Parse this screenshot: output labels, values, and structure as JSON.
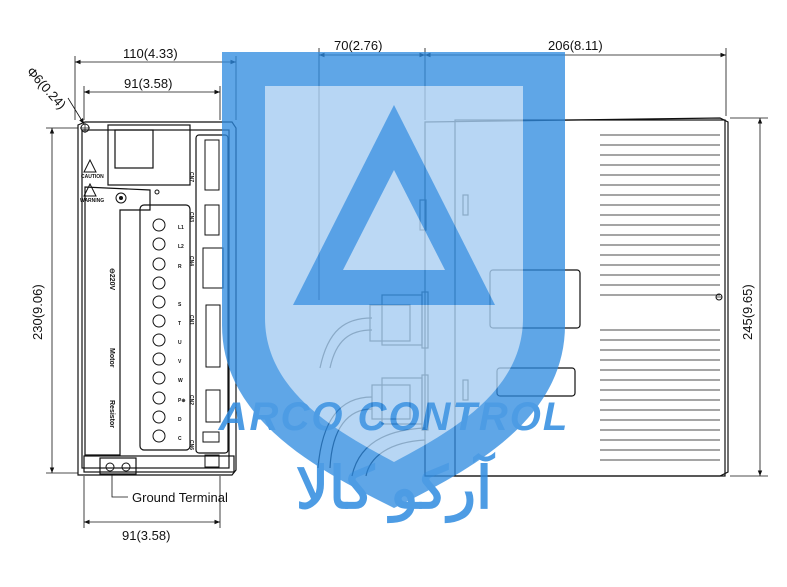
{
  "dimensions": {
    "top_width_overall": "110(4.33)",
    "top_width_body": "91(3.58)",
    "bottom_width": "91(3.58)",
    "hole": "6(0.24)",
    "hole_symbol": "Φ",
    "left_height": "230(9.06)",
    "side_connector_depth": "70(2.76)",
    "side_body_depth": "206(8.11)",
    "side_height": "245(9.65)"
  },
  "callouts": {
    "ground_terminal": "Ground Terminal"
  },
  "front_panel": {
    "voltage_label": "⊖220V",
    "motor_label": "Motor",
    "resistor_label": "Resistor",
    "caution_label": "CAUTION",
    "warning_label": "WARNING",
    "terminal_labels": [
      "L1",
      "L2",
      "R",
      "S",
      "T",
      "U",
      "V",
      "W",
      "P⊕",
      "D",
      "C"
    ],
    "connector_labels": [
      "CN7",
      "CN3",
      "CN4",
      "CN1",
      "CN2",
      "CN6"
    ]
  },
  "watermark": {
    "latin": "ARCO CONTROL",
    "persian": "آرکو کالا",
    "color": "#2f8be0"
  }
}
